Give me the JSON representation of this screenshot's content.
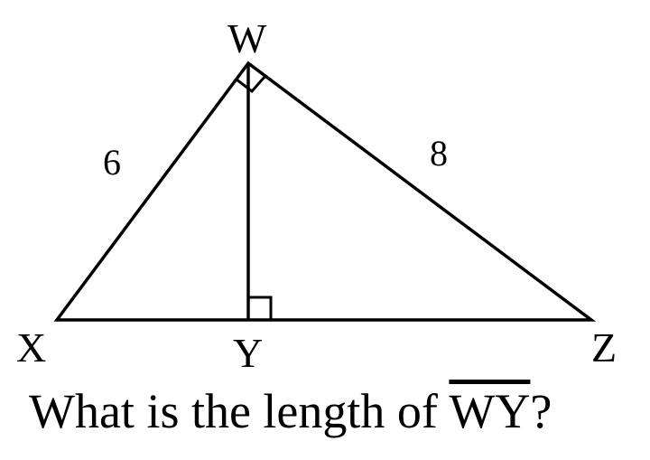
{
  "diagram": {
    "vertices": {
      "W": "W",
      "X": "X",
      "Y": "Y",
      "Z": "Z"
    },
    "side_labels": {
      "WX": "6",
      "WZ": "8"
    },
    "right_angles": [
      "XWZ",
      "WYZ"
    ],
    "colors": {
      "stroke": "#000000",
      "background": "#ffffff"
    }
  },
  "question": {
    "prefix": "What is the length of ",
    "segment": "WY",
    "suffix": "?"
  }
}
